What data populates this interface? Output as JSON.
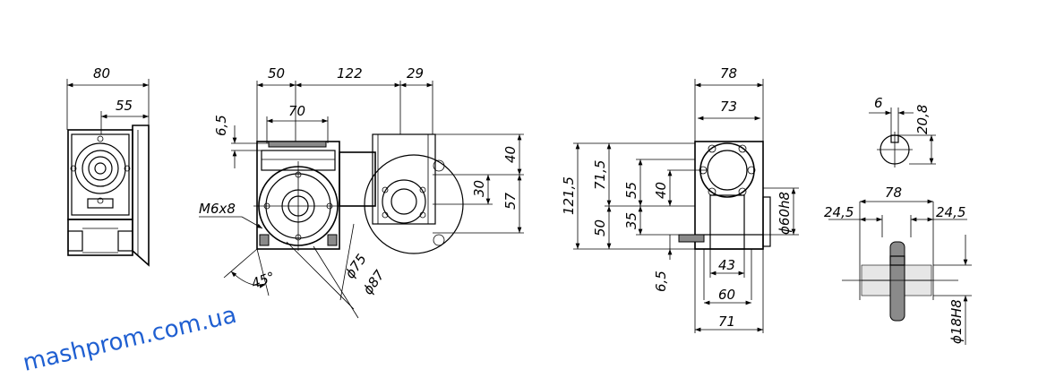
{
  "watermark": "mashprom.com.ua",
  "colors": {
    "watermark": "#1f5fd1",
    "line": "#000000"
  },
  "view_side": {
    "dim_width": "80",
    "dim_inner": "55"
  },
  "view_front": {
    "dim_a": "50",
    "dim_b": "122",
    "dim_c": "29",
    "dim_flange": "70",
    "dim_offset": "6,5",
    "thread": "M6x8",
    "angle": "45°",
    "dia_a": "ϕ75",
    "dia_b": "ϕ87",
    "dim_h1": "40",
    "dim_h2": "30",
    "dim_h3": "57"
  },
  "view_end": {
    "dim_top": "78",
    "dim_inner": "73",
    "dim_total_h": "121,5",
    "dim_upper": "71,5",
    "dim_55": "55",
    "dim_40": "40",
    "dim_lower": "50",
    "dim_35": "35",
    "dim_65": "6,5",
    "dim_43": "43",
    "dim_60": "60",
    "dim_71": "71",
    "dia_flange": "ϕ60h8"
  },
  "view_shaft": {
    "key_width": "6",
    "key_height": "20,8",
    "total": "78",
    "left": "24,5",
    "right": "24,5",
    "bore": "ϕ18H8"
  }
}
